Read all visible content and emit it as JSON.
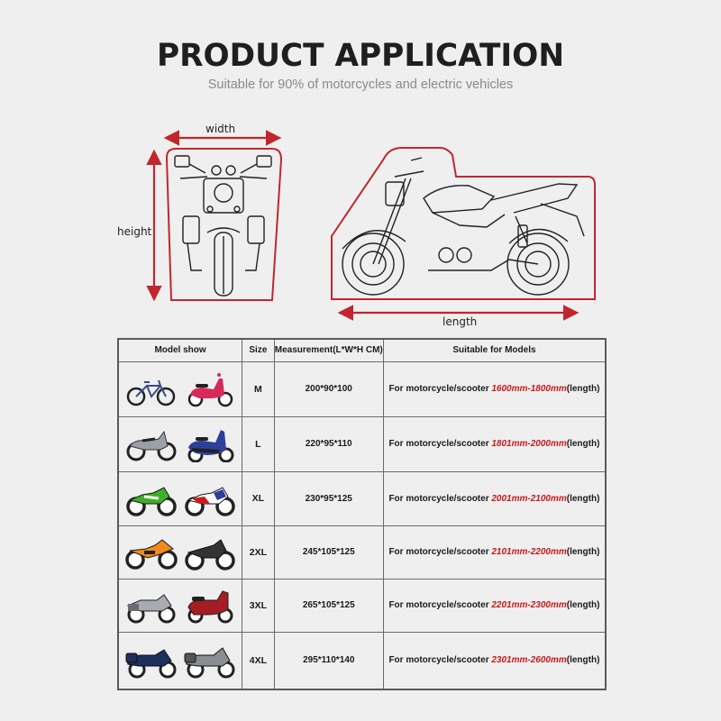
{
  "header": {
    "title": "PRODUCT APPLICATION",
    "subtitle": "Suitable for 90% of motorcycles and electric vehicles"
  },
  "diagram": {
    "front_view": {
      "width_label": "width",
      "height_label": "height"
    },
    "side_view": {
      "length_label": "length"
    },
    "outline_color": "#c0272d"
  },
  "table": {
    "headers": [
      "Model show",
      "Size",
      "Measurement(L*W*H CM)",
      "Suitable for Models"
    ],
    "rows": [
      {
        "models": [
          "bicycle",
          "pink-scooter"
        ],
        "size": "M",
        "measurement": "200*90*100",
        "prefix": "For motorcycle/scooter ",
        "range": "1600mm-1800mm",
        "suffix": "(length)"
      },
      {
        "models": [
          "underbone-motorcycle",
          "blue-scooter"
        ],
        "size": "L",
        "measurement": "220*95*110",
        "prefix": "For motorcycle/scooter ",
        "range": "1801mm-2000mm",
        "suffix": "(length)"
      },
      {
        "models": [
          "green-sportbike",
          "red-sportbike"
        ],
        "size": "XL",
        "measurement": "230*95*125",
        "prefix": "For motorcycle/scooter ",
        "range": "2001mm-2100mm",
        "suffix": "(length)"
      },
      {
        "models": [
          "orange-dirtbike",
          "black-naked-bike"
        ],
        "size": "2XL",
        "measurement": "245*105*125",
        "prefix": "For motorcycle/scooter ",
        "range": "2101mm-2200mm",
        "suffix": "(length)"
      },
      {
        "models": [
          "silver-touring-bike",
          "red-maxi-scooter"
        ],
        "size": "3XL",
        "measurement": "265*105*125",
        "prefix": "For motorcycle/scooter ",
        "range": "2201mm-2300mm",
        "suffix": "(length)"
      },
      {
        "models": [
          "blue-cruiser",
          "silver-tourer"
        ],
        "size": "4XL",
        "measurement": "295*110*140",
        "prefix": "For motorcycle/scooter ",
        "range": "2301mm-2600mm",
        "suffix": "(length)"
      }
    ],
    "accent_color": "#c8191c"
  }
}
